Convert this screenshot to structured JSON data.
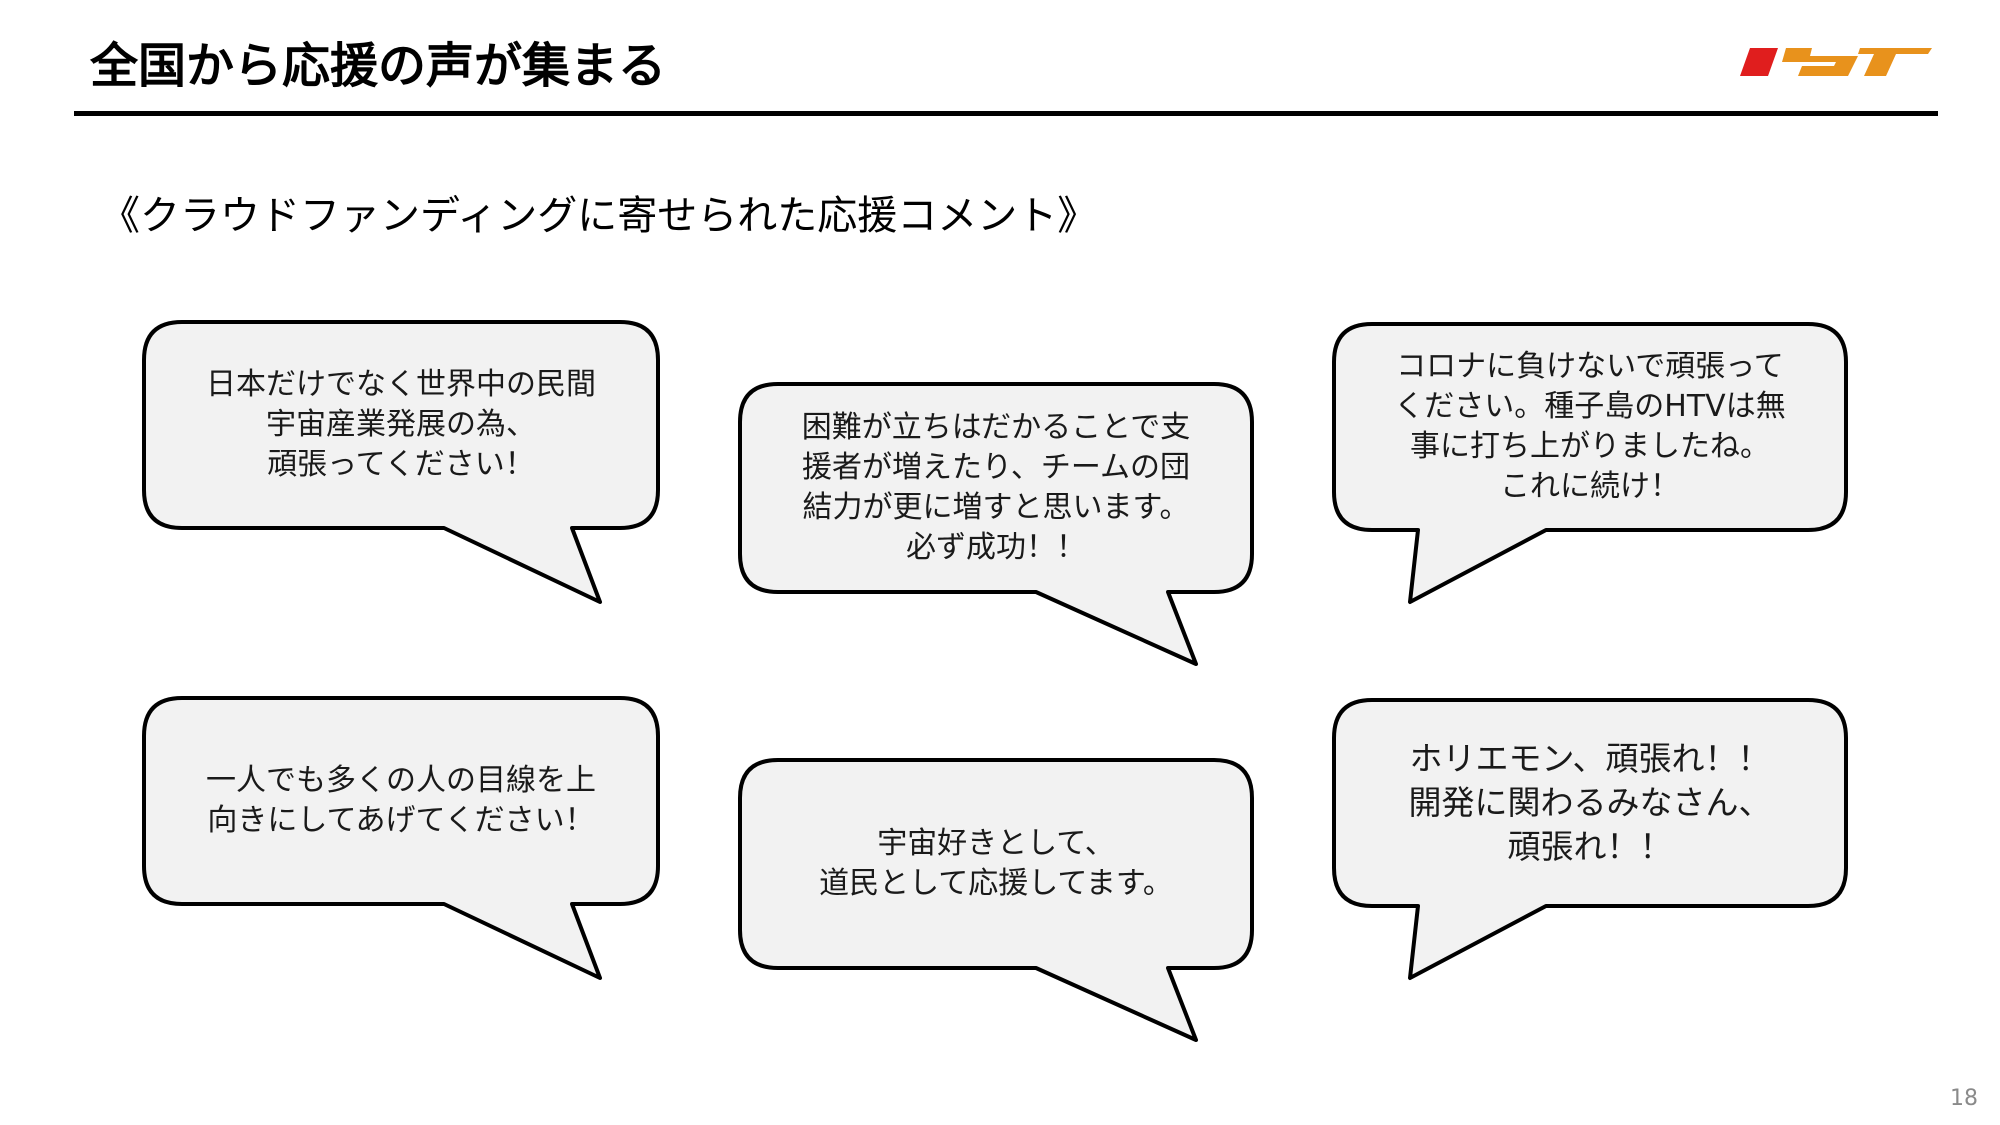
{
  "header": {
    "title": "全国から応援の声が集まる",
    "accent_colors": [
      "#e01e1e",
      "#e8921c"
    ]
  },
  "subtitle": "《クラウドファンディングに寄せられた応援コメント》",
  "bubbles": [
    {
      "text": "日本だけでなく世界中の民間\n宇宙産業発展の為、\n頑張ってください！"
    },
    {
      "text": "困難が立ちはだかることで支\n援者が増えたり、チームの団\n結力が更に増すと思います。\n必ず成功！！"
    },
    {
      "text": "コロナに負けないで頑張って\nください。種子島のHTVは無\n事に打ち上がりましたね。\nこれに続け！"
    },
    {
      "text": "一人でも多くの人の目線を上\n向きにしてあげてください！"
    },
    {
      "text": "宇宙好きとして、\n道民として応援してます。"
    },
    {
      "text": "ホリエモン、頑張れ！！\n開発に関わるみなさん、\n頑張れ！！"
    }
  ],
  "page_number": "18"
}
